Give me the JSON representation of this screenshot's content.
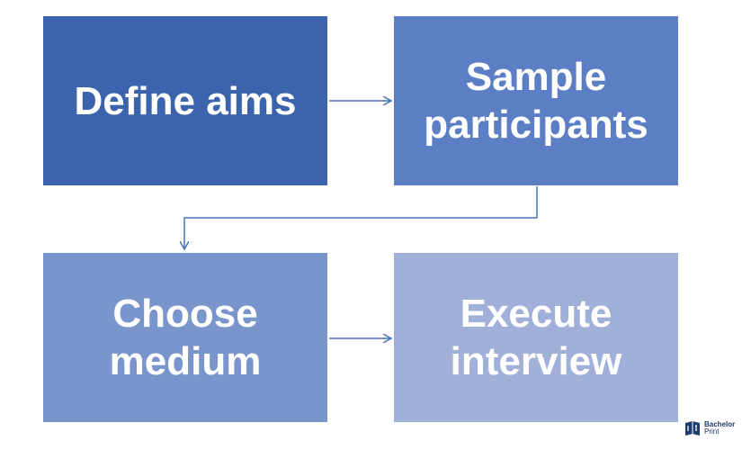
{
  "colors": {
    "step_1": "#3b64ad",
    "step_2": "#5b7ec4",
    "step_3": "#7a95cc",
    "step_4": "#a1b0d8",
    "arrow": "#4a72b8",
    "logo": "#1f3c6e"
  },
  "steps": [
    {
      "label": "Define aims"
    },
    {
      "label": "Sample participants"
    },
    {
      "label": "Choose medium"
    },
    {
      "label": "Execute interview"
    }
  ],
  "logo": {
    "line_1": "Bachelor",
    "line_2": "Print"
  }
}
